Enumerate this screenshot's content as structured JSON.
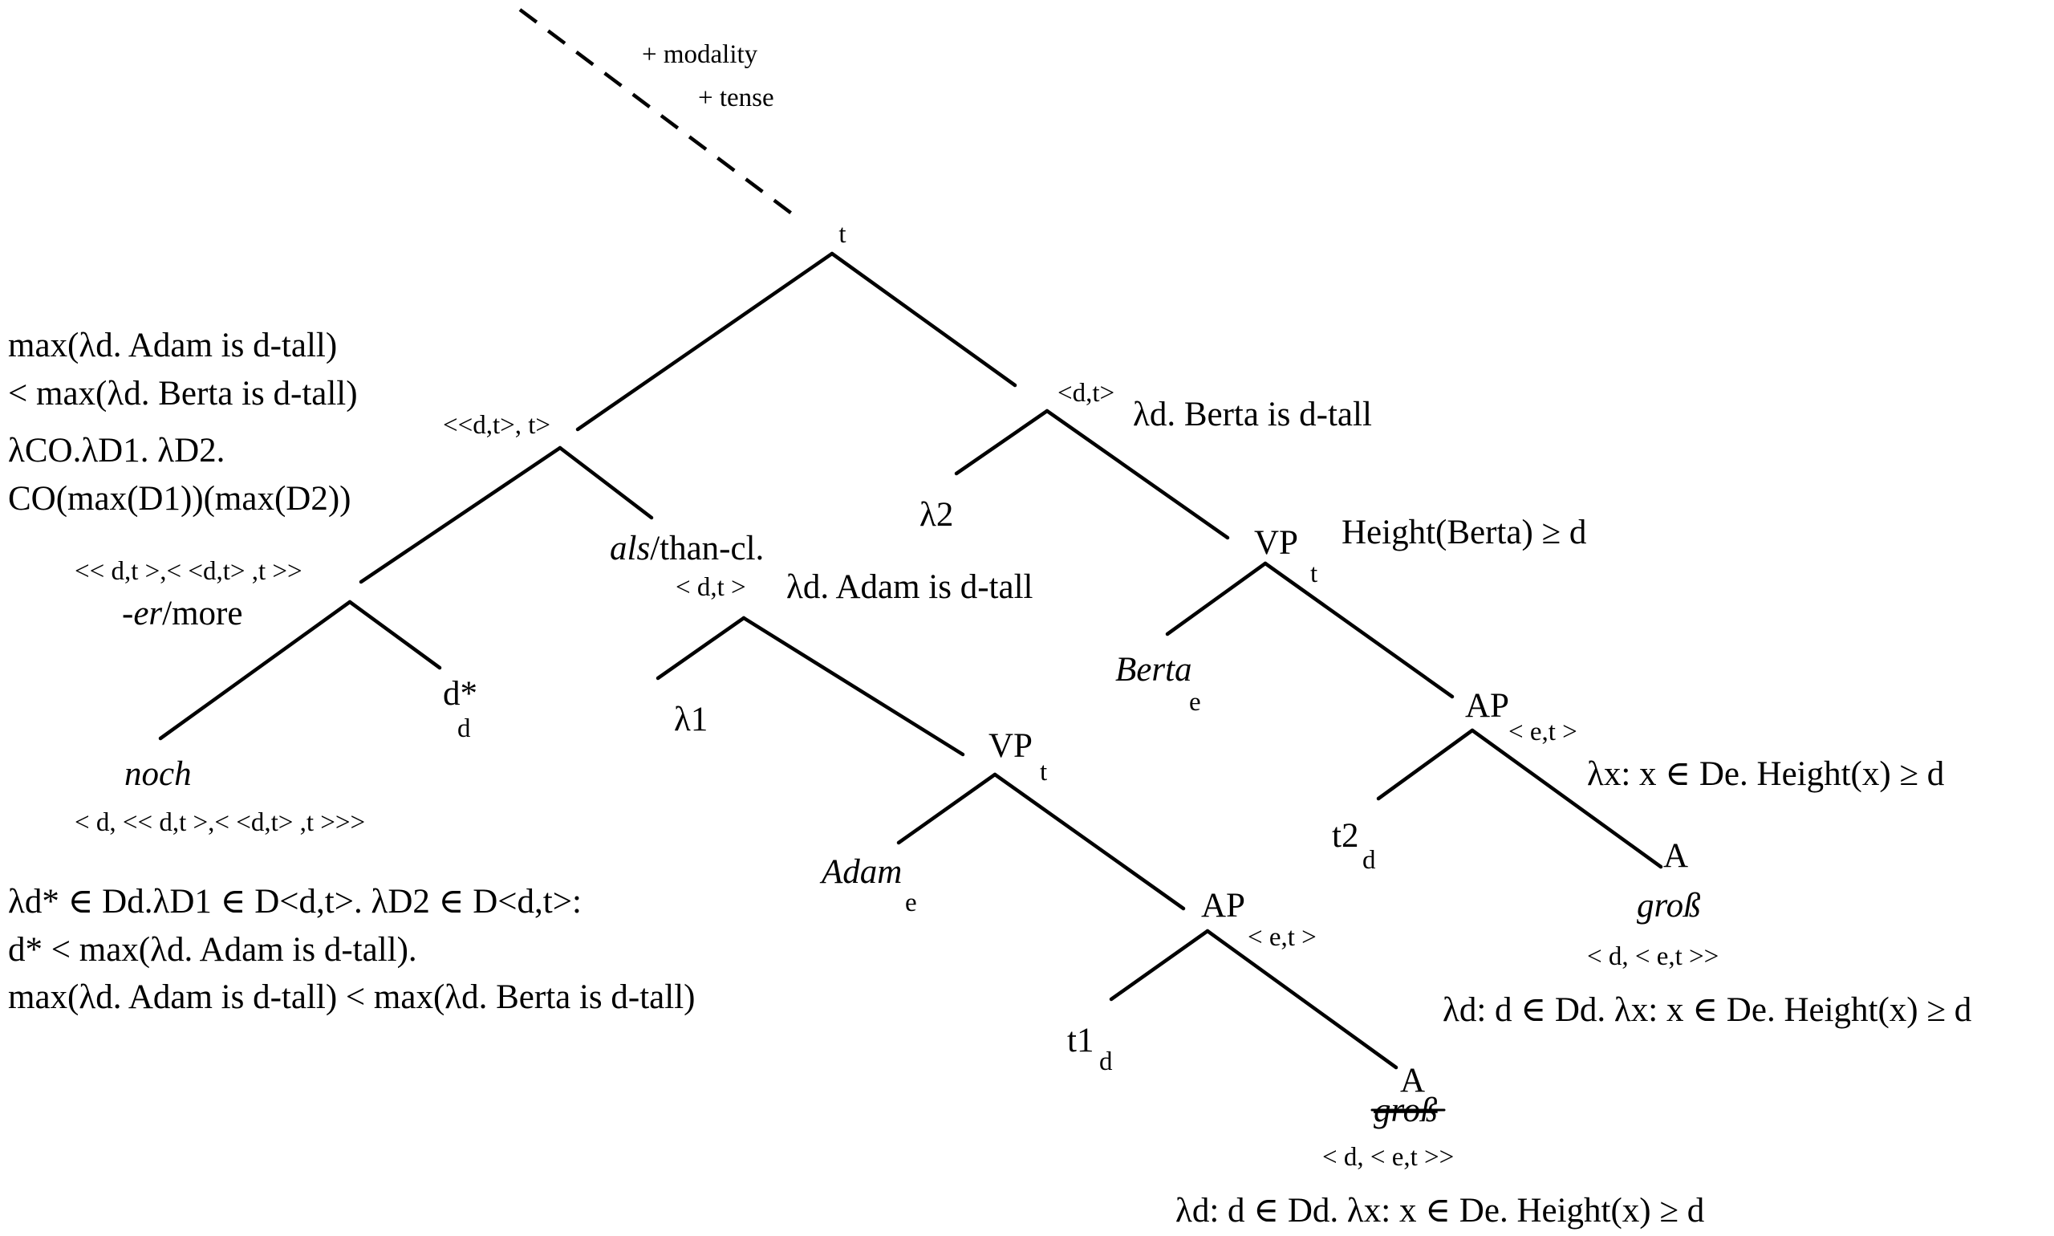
{
  "top_note": {
    "line1": "+ modality",
    "line2": "+ tense"
  },
  "root": {
    "label": "t"
  },
  "left": {
    "type": "<<d,t>, t>",
    "meaning": [
      "max(λd. Adam is d-tall)",
      "< max(λd. Berta is d-tall)"
    ],
    "function": [
      "λCO.λD1. λD2.",
      "CO(max(D1))(max(D2))"
    ]
  },
  "comparative": {
    "type": "<< d,t >,< <d,t> ,t >>",
    "label_italic": "-er",
    "label_rest": "/more"
  },
  "noch": {
    "label": "noch",
    "type": "< d, << d,t >,< <d,t> ,t >>>",
    "meaning": [
      "λd* ∈ Dd.λD1 ∈ D<d,t>. λD2 ∈ D<d,t>:",
      "d* < max(λd. Adam is d-tall).",
      "max(λd. Adam is d-tall) < max(λd. Berta is d-tall)"
    ]
  },
  "dstar": {
    "label": "d*",
    "sub": "d"
  },
  "than_clause": {
    "label_italic": "als",
    "label_rest": "/than-cl.",
    "type": "< d,t >",
    "meaning": "λd. Adam is d-tall"
  },
  "lambda1": {
    "label": "λ1"
  },
  "vp_adam": {
    "label": "VP",
    "sub": "t"
  },
  "adam": {
    "label": "Adam",
    "sub": "e"
  },
  "ap_adam": {
    "label": "AP",
    "type": "< e,t >"
  },
  "t1": {
    "label": "t1",
    "sub": "d"
  },
  "a_adam": {
    "label": "A",
    "word": "groß",
    "type": "< d, < e,t >>",
    "meaning": "λd: d ∈ Dd. λx: x ∈ De. Height(x) ≥ d"
  },
  "right": {
    "type": "<d,t>",
    "meaning": "λd. Berta is d-tall"
  },
  "lambda2": {
    "label": "λ2"
  },
  "vp_berta": {
    "label": "VP",
    "sub": "t",
    "meaning": "Height(Berta) ≥ d"
  },
  "berta": {
    "label": "Berta",
    "sub": "e"
  },
  "ap_berta": {
    "label": "AP",
    "type": "< e,t >",
    "meaning": "λx: x ∈ De. Height(x) ≥ d"
  },
  "t2": {
    "label": "t2",
    "sub": "d"
  },
  "a_berta": {
    "label": "A",
    "word": "groß",
    "type": "< d, < e,t >>",
    "meaning": "λd: d ∈ Dd. λx: x ∈ De. Height(x) ≥ d"
  }
}
